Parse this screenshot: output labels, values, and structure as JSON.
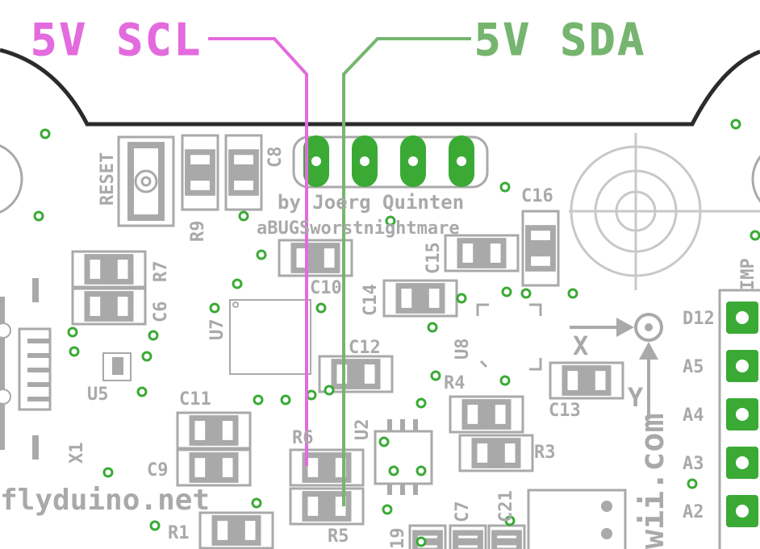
{
  "colors": {
    "background": "#ffffff",
    "silkscreen": "#a9a9a9",
    "outline": "#2b2b2b",
    "scl_trace": "#e36bde",
    "sda_trace": "#76b56f",
    "via": "#3aaa35",
    "pad": "#3aaa35",
    "pad_hole": "#ffffff"
  },
  "signals": {
    "scl_label": "5V SCL",
    "sda_label": "5V SDA"
  },
  "credits": {
    "line1": "by Joerg Quinten",
    "line2": "aBUGSworstnightmare"
  },
  "website_left": "flyduino.net",
  "website_right": "wii.com",
  "axes": {
    "x": "X",
    "y": "Y"
  },
  "labels": {
    "reset": "RESET",
    "c8": "C8",
    "r9": "R9",
    "r7": "R7",
    "c6": "C6",
    "u7": "U7",
    "u5": "U5",
    "x1": "X1",
    "c10": "C10",
    "c11": "C11",
    "c9": "C9",
    "r1": "R1",
    "c12": "C12",
    "c14": "C14",
    "c15": "C15",
    "c16": "C16",
    "u8": "U8",
    "r4": "R4",
    "r3": "R3",
    "c13": "C13",
    "u2": "U2",
    "r6": "R6",
    "r5": "R5",
    "c7": "C7",
    "c21": "C21",
    "c19": "19",
    "imp": "IMP"
  },
  "header_pins": [
    "D12",
    "A5",
    "A4",
    "A3",
    "A2"
  ]
}
